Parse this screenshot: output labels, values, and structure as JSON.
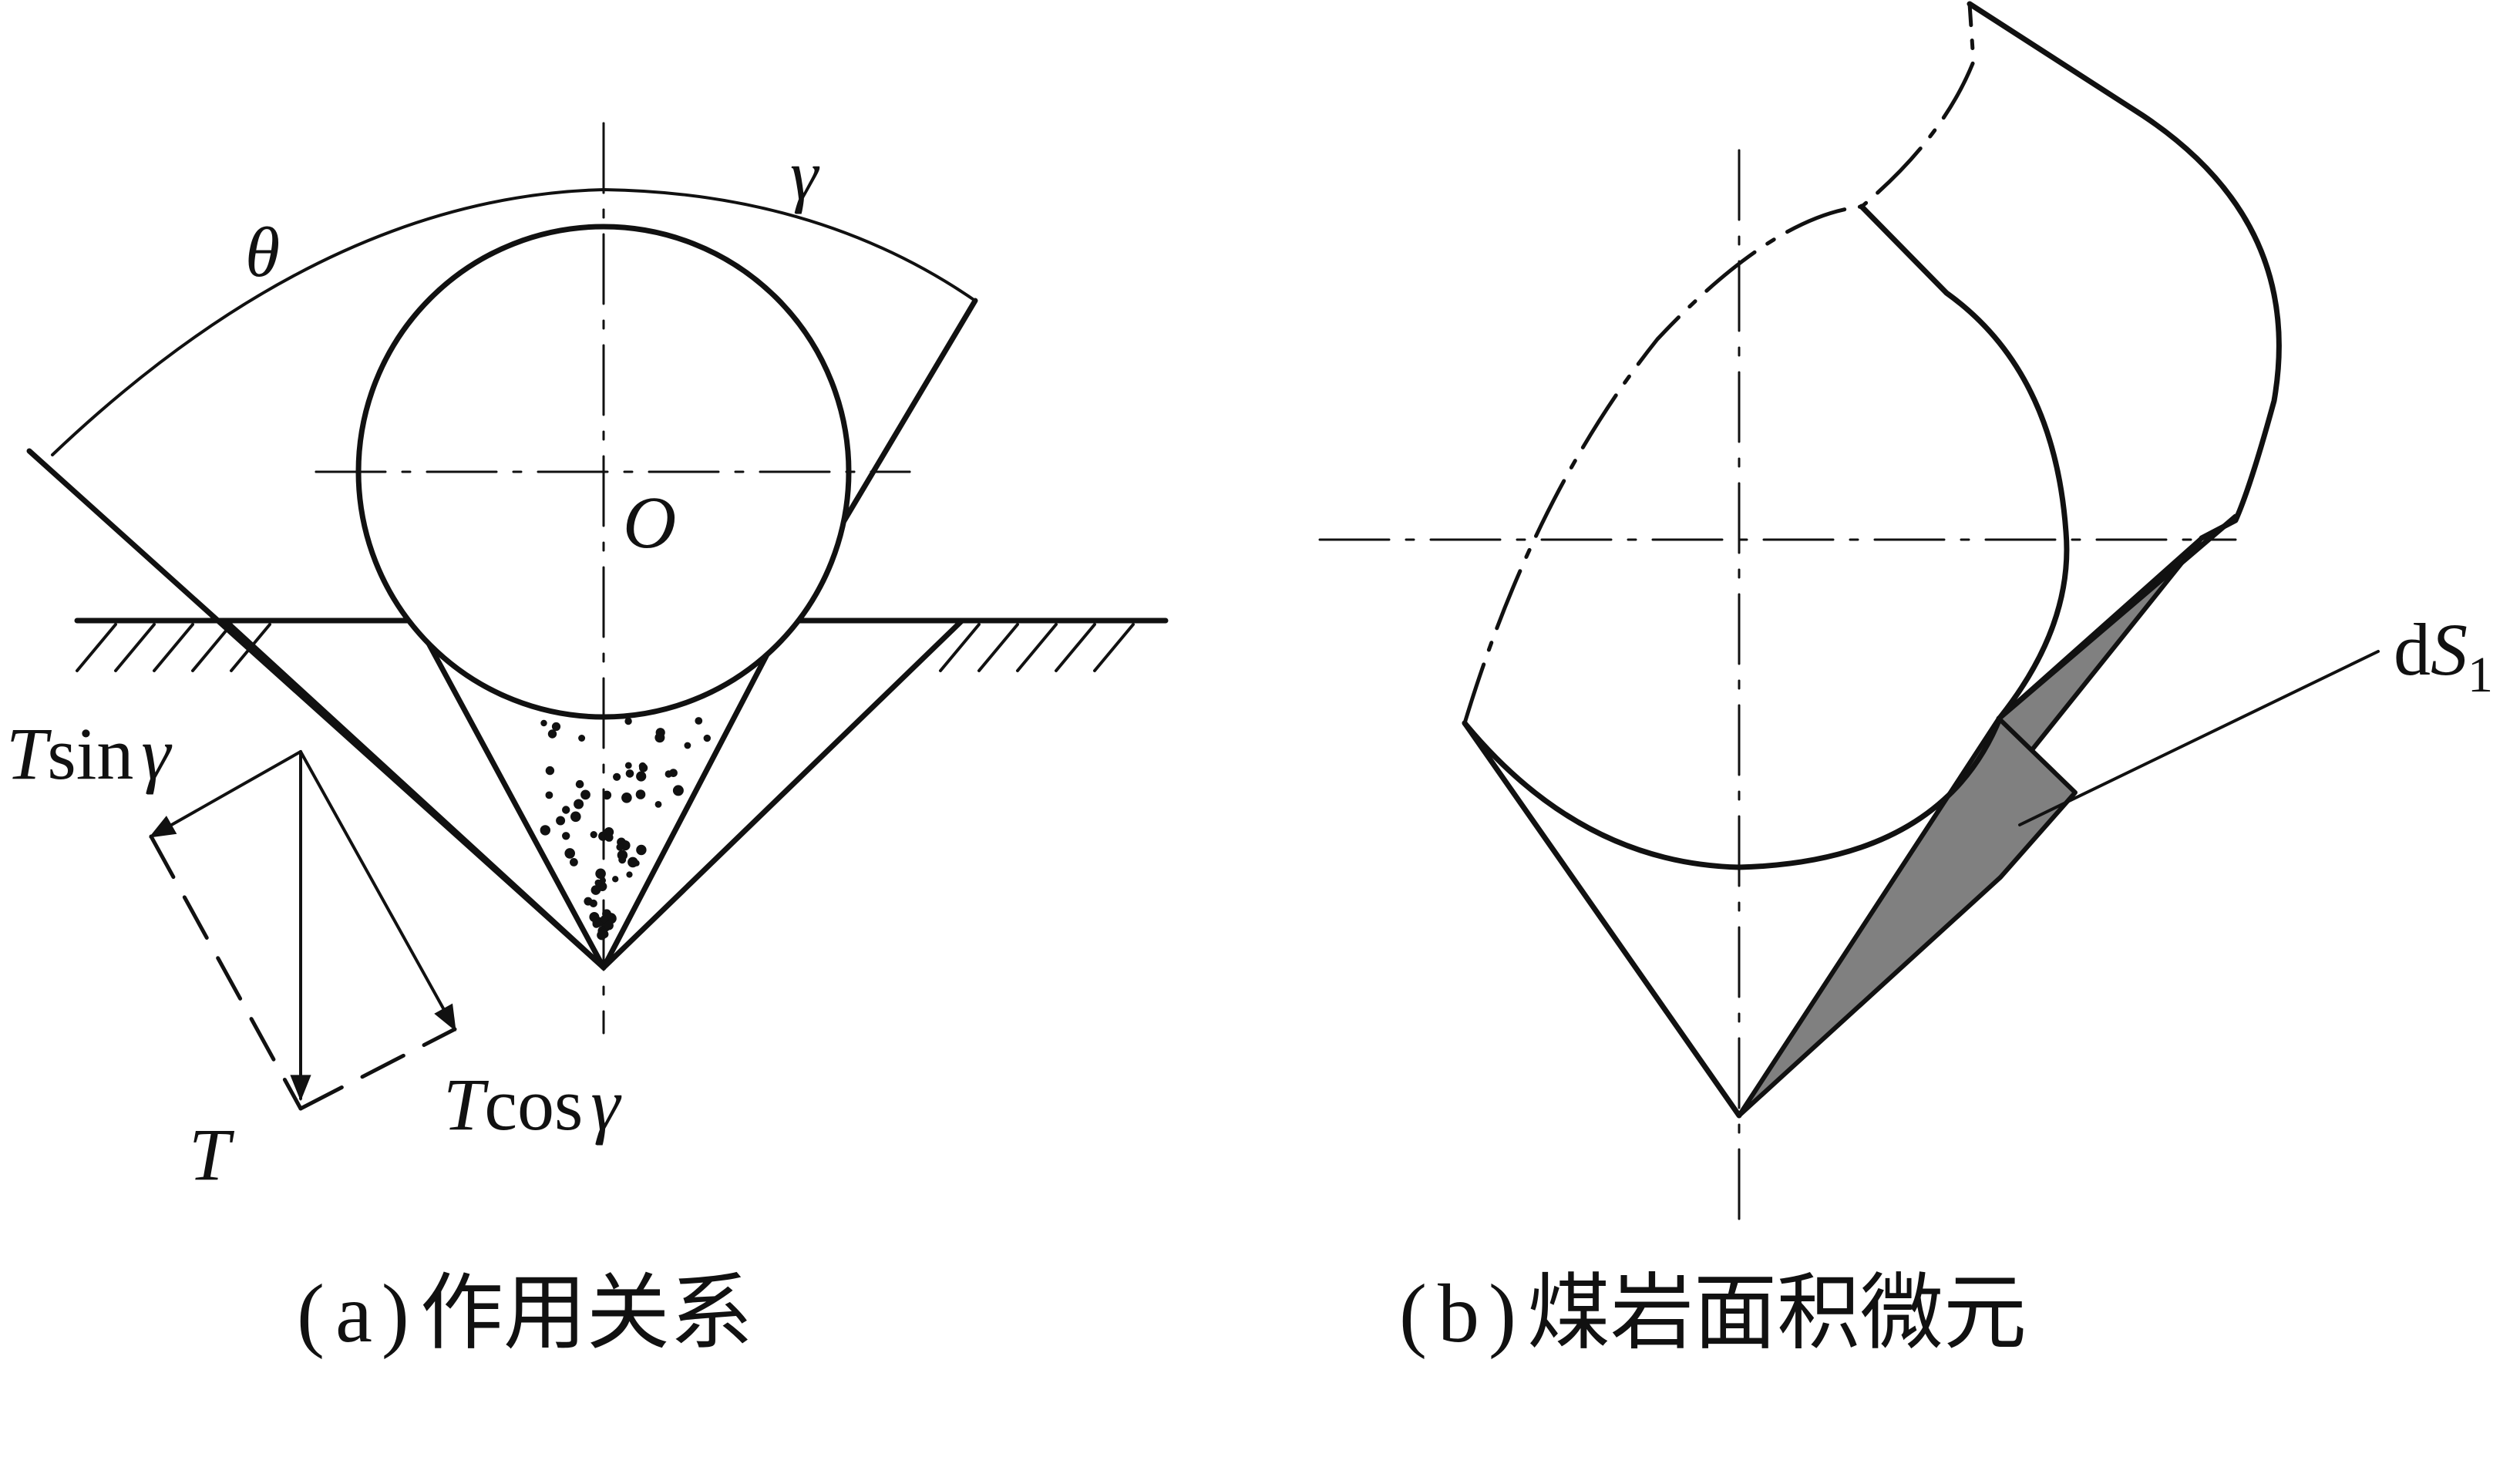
{
  "panel_a": {
    "label_theta": "θ",
    "label_gamma": "γ",
    "label_center": "O",
    "force_total": {
      "symbol": "T",
      "trig": "",
      "angle": ""
    },
    "force_sin": {
      "symbol": "T",
      "trig": "sin",
      "angle": "γ"
    },
    "force_cos": {
      "symbol": "T",
      "trig": "cos",
      "angle": "γ"
    },
    "caption": {
      "open": "(",
      "letter": "a",
      "close": ")",
      "text": "作用关系"
    }
  },
  "panel_b": {
    "label_element": {
      "prefix": "d",
      "symbol": "S",
      "subscript": "1"
    },
    "caption": {
      "open": "(",
      "letter": "b",
      "close": ")",
      "text": "煤岩面积微元"
    },
    "shade_color": "#808080"
  }
}
